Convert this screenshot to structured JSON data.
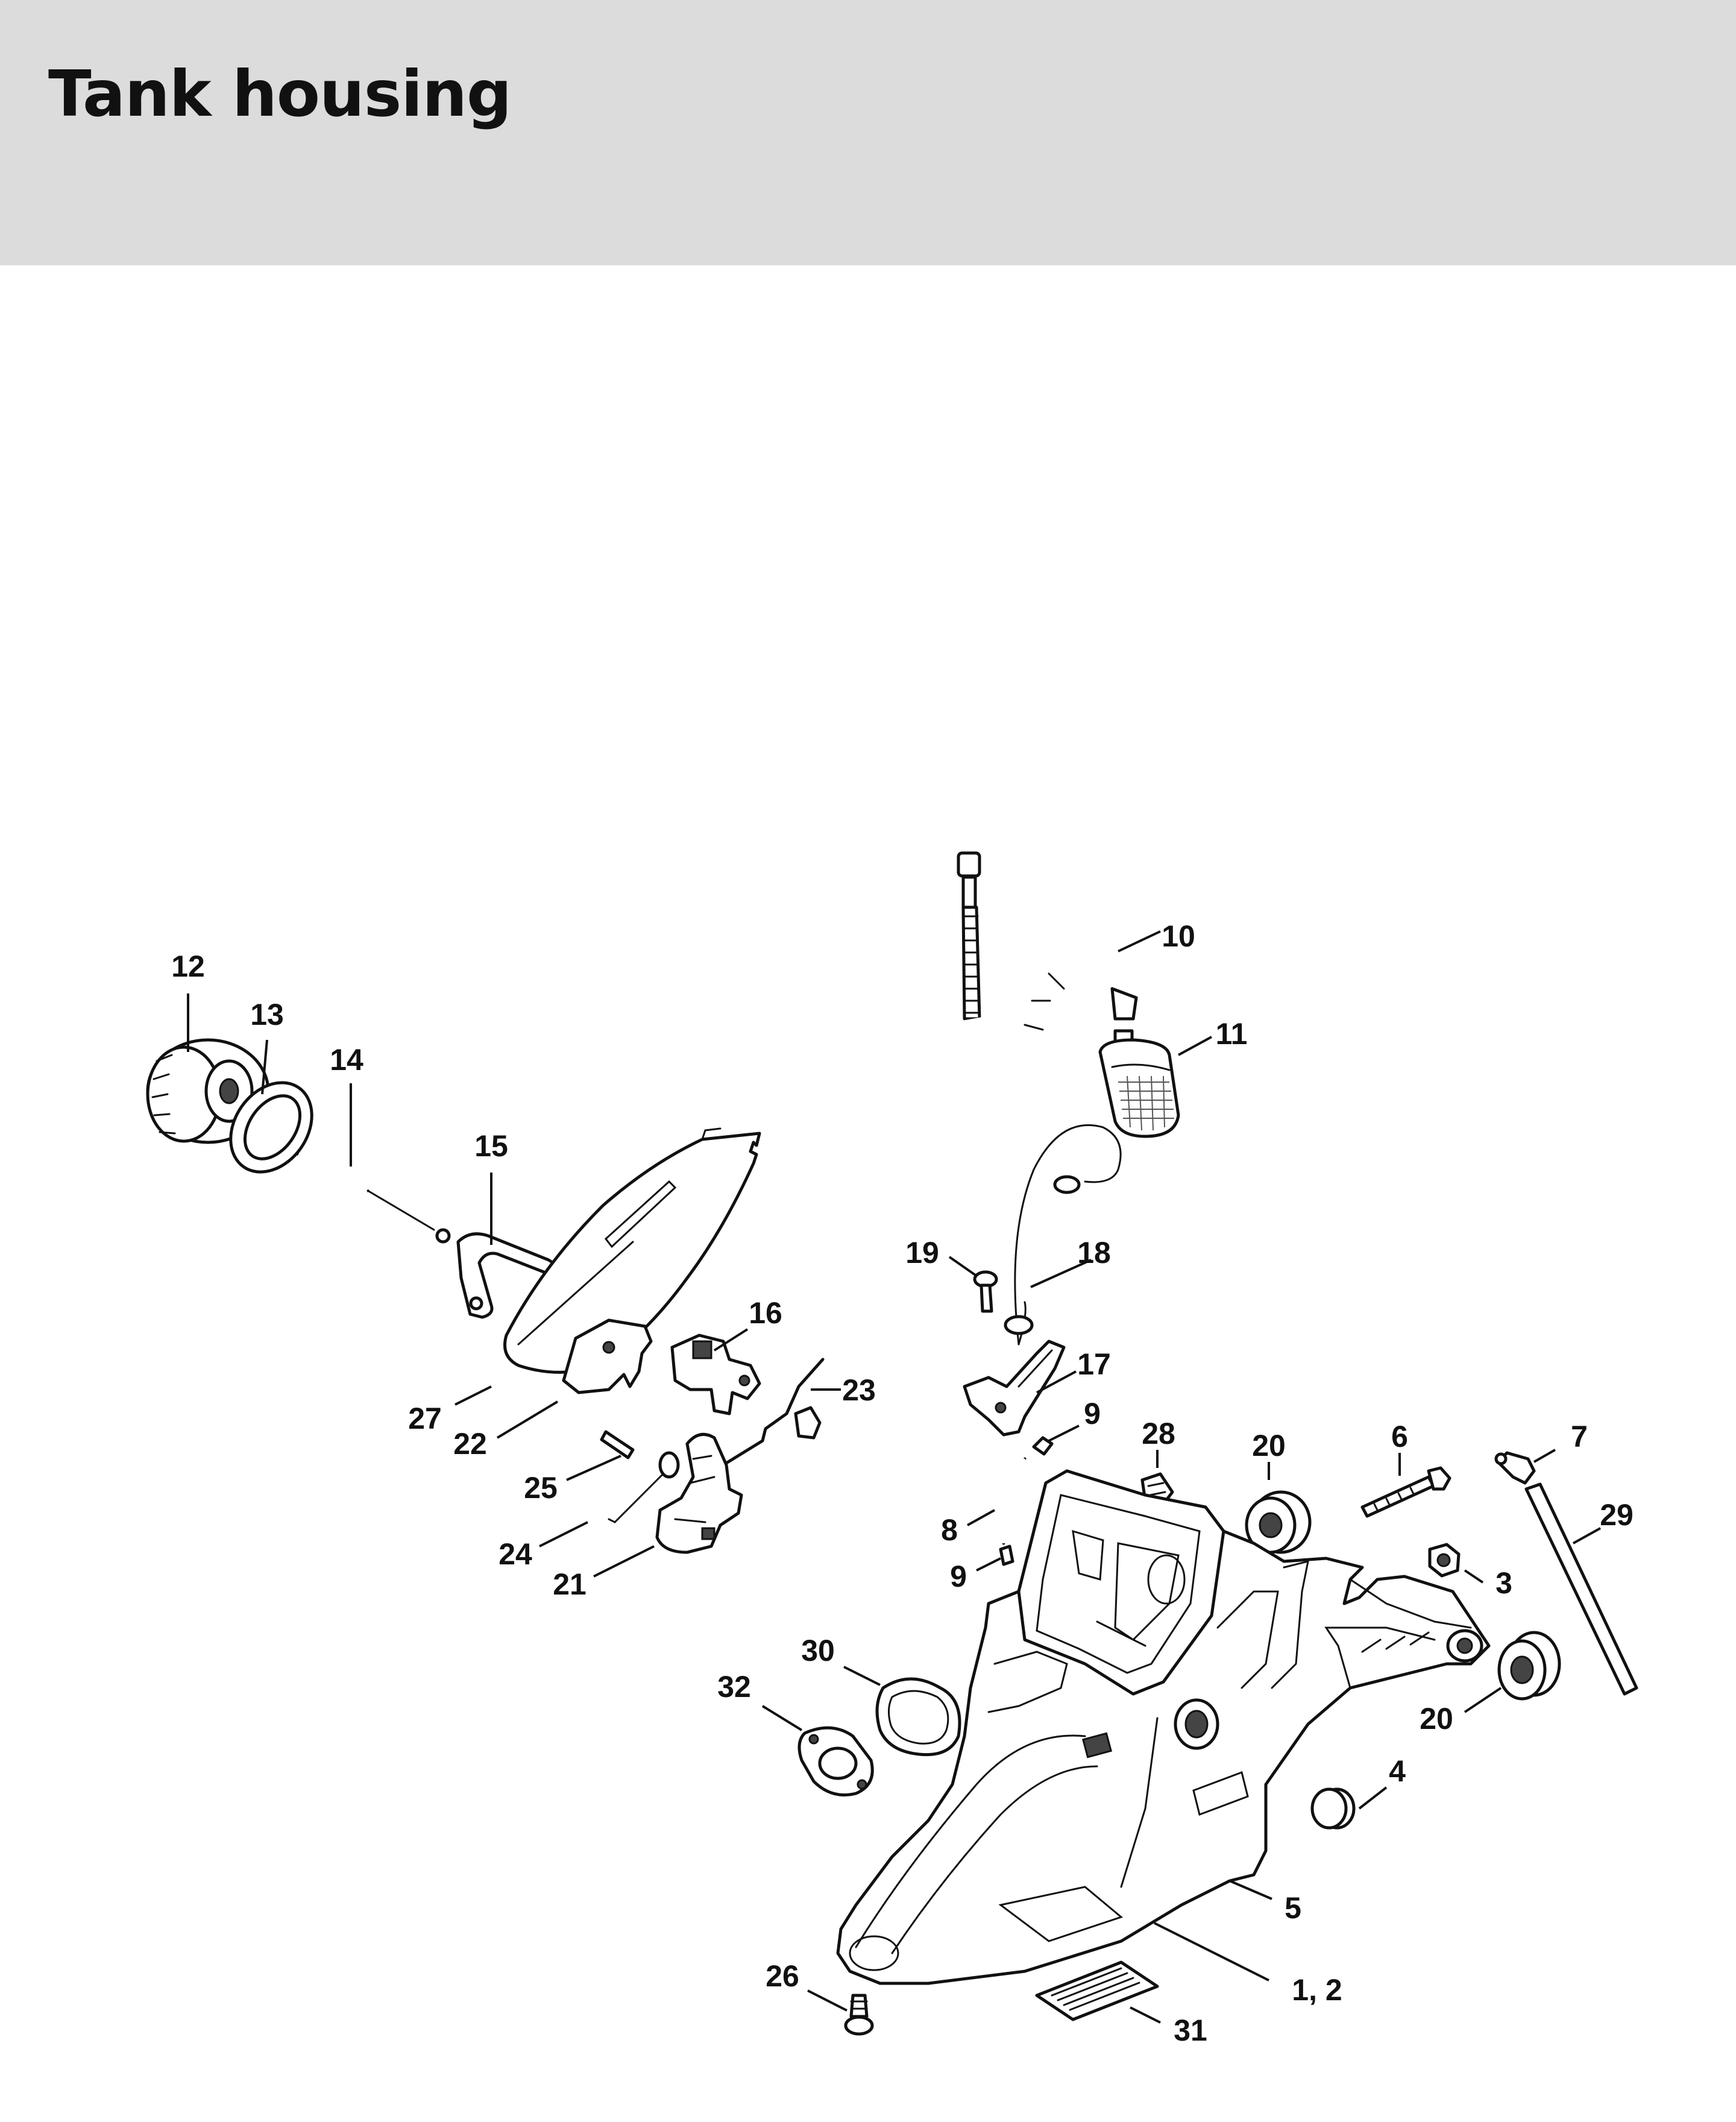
{
  "header": {
    "title": "Tank housing"
  },
  "callouts": [
    "12",
    "13",
    "14",
    "15",
    "27",
    "22",
    "16",
    "23",
    "25",
    "24",
    "21",
    "10",
    "11",
    "19",
    "18",
    "17",
    "9",
    "28",
    "20",
    "6",
    "7",
    "8",
    "9",
    "29",
    "3",
    "30",
    "32",
    "20",
    "4",
    "5",
    "26",
    "1, 2",
    "31"
  ]
}
